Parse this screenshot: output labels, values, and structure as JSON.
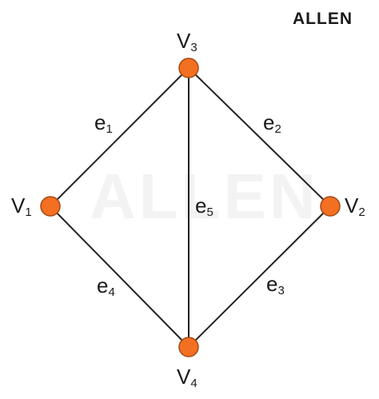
{
  "brand": "ALLEN",
  "watermark": "ALLEN",
  "colors": {
    "vertex_fill": "#f36f21",
    "vertex_stroke": "#a54a14",
    "edge": "#222222"
  },
  "vertices": [
    {
      "id": "V1",
      "letter": "V",
      "sub": "1"
    },
    {
      "id": "V2",
      "letter": "V",
      "sub": "2"
    },
    {
      "id": "V3",
      "letter": "V",
      "sub": "3"
    },
    {
      "id": "V4",
      "letter": "V",
      "sub": "4"
    }
  ],
  "edges": [
    {
      "id": "e1",
      "letter": "e",
      "sub": "1",
      "from": "V1",
      "to": "V3"
    },
    {
      "id": "e2",
      "letter": "e",
      "sub": "2",
      "from": "V3",
      "to": "V2"
    },
    {
      "id": "e3",
      "letter": "e",
      "sub": "3",
      "from": "V2",
      "to": "V4"
    },
    {
      "id": "e4",
      "letter": "e",
      "sub": "4",
      "from": "V1",
      "to": "V4"
    },
    {
      "id": "e5",
      "letter": "e",
      "sub": "5",
      "from": "V3",
      "to": "V4"
    }
  ]
}
